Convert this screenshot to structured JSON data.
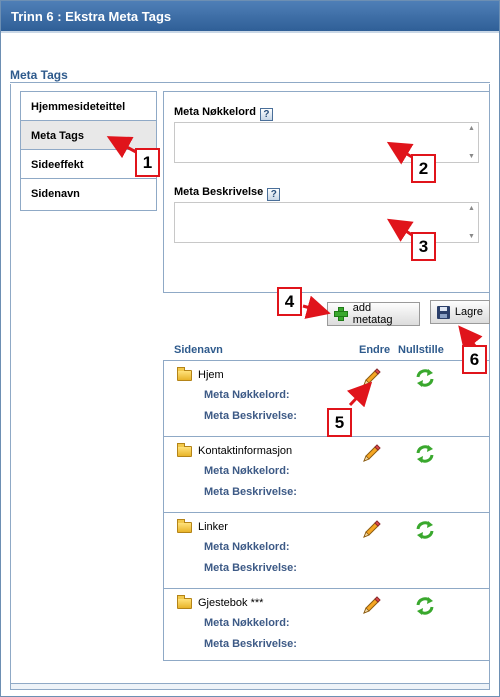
{
  "window": {
    "title": "Trinn 6 : Ekstra Meta Tags"
  },
  "section": {
    "title": "Meta Tags"
  },
  "tabs": [
    {
      "label": "Hjemmesideteittel",
      "active": false
    },
    {
      "label": "Meta Tags",
      "active": true
    },
    {
      "label": "Sideeffekt",
      "active": false
    },
    {
      "label": "Sidenavn",
      "active": false
    }
  ],
  "form": {
    "keywords_label": "Meta Nøkkelord",
    "keywords_value": "",
    "description_label": "Meta Beskrivelse",
    "description_value": "",
    "help_glyph": "?"
  },
  "buttons": {
    "add_metatag": "add metatag",
    "save": "Lagre"
  },
  "list": {
    "headers": {
      "name": "Sidenavn",
      "edit": "Endre",
      "reset": "Nullstille"
    },
    "rows": [
      {
        "name": "Hjem",
        "keywords_label": "Meta Nøkkelord:",
        "description_label": "Meta Beskrivelse:"
      },
      {
        "name": "Kontaktinformasjon",
        "keywords_label": "Meta Nøkkelord:",
        "description_label": "Meta Beskrivelse:"
      },
      {
        "name": "Linker",
        "keywords_label": "Meta Nøkkelord:",
        "description_label": "Meta Beskrivelse:"
      },
      {
        "name": "Gjestebok ***",
        "keywords_label": "Meta Nøkkelord:",
        "description_label": "Meta Beskrivelse:"
      }
    ]
  },
  "callouts": [
    "1",
    "2",
    "3",
    "4",
    "5",
    "6"
  ],
  "colors": {
    "title_bar": "#3a6aa3",
    "accent_text": "#2e5a8c",
    "callout_red": "#e0141b"
  }
}
